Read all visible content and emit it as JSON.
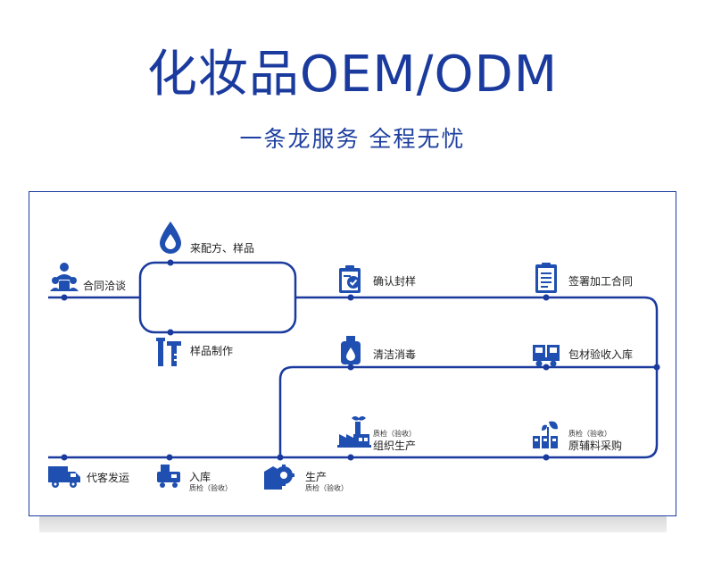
{
  "header": {
    "title": "化妆品OEM/ODM",
    "subtitle": "一条龙服务 全程无忧"
  },
  "colors": {
    "brand": "#1a3a9e",
    "line": "#1a3a9e",
    "icon": "#1f4fb0"
  },
  "steps": {
    "contract_talk": {
      "label": "合同洽谈",
      "icon": "people-icon"
    },
    "formula_sample": {
      "label": "来配方、样品",
      "icon": "water-drop-icon"
    },
    "sample_making": {
      "label": "样品制作",
      "icon": "tools-icon"
    },
    "confirm_seal": {
      "label": "确认封样",
      "icon": "clipboard-check-icon"
    },
    "sign_contract": {
      "label": "签署加工合同",
      "icon": "document-icon"
    },
    "clean_disinfect": {
      "label": "清洁消毒",
      "icon": "bottle-icon"
    },
    "packaging_storage": {
      "label": "包材验收入库",
      "icon": "truck-icon"
    },
    "organize_production": {
      "label": "组织生产",
      "sublabel": "质检（验收）",
      "icon": "factory-icon"
    },
    "raw_material_purchase": {
      "label": "原辅料采购",
      "sublabel": "质检（验收）",
      "icon": "plant-box-icon"
    },
    "production": {
      "label": "生产",
      "sublabel": "质检（验收）",
      "icon": "gear-box-icon"
    },
    "storage": {
      "label": "入库",
      "sublabel": "质检（验收）",
      "icon": "cart-icon"
    },
    "ship": {
      "label": "代客发运",
      "icon": "delivery-truck-icon"
    }
  }
}
